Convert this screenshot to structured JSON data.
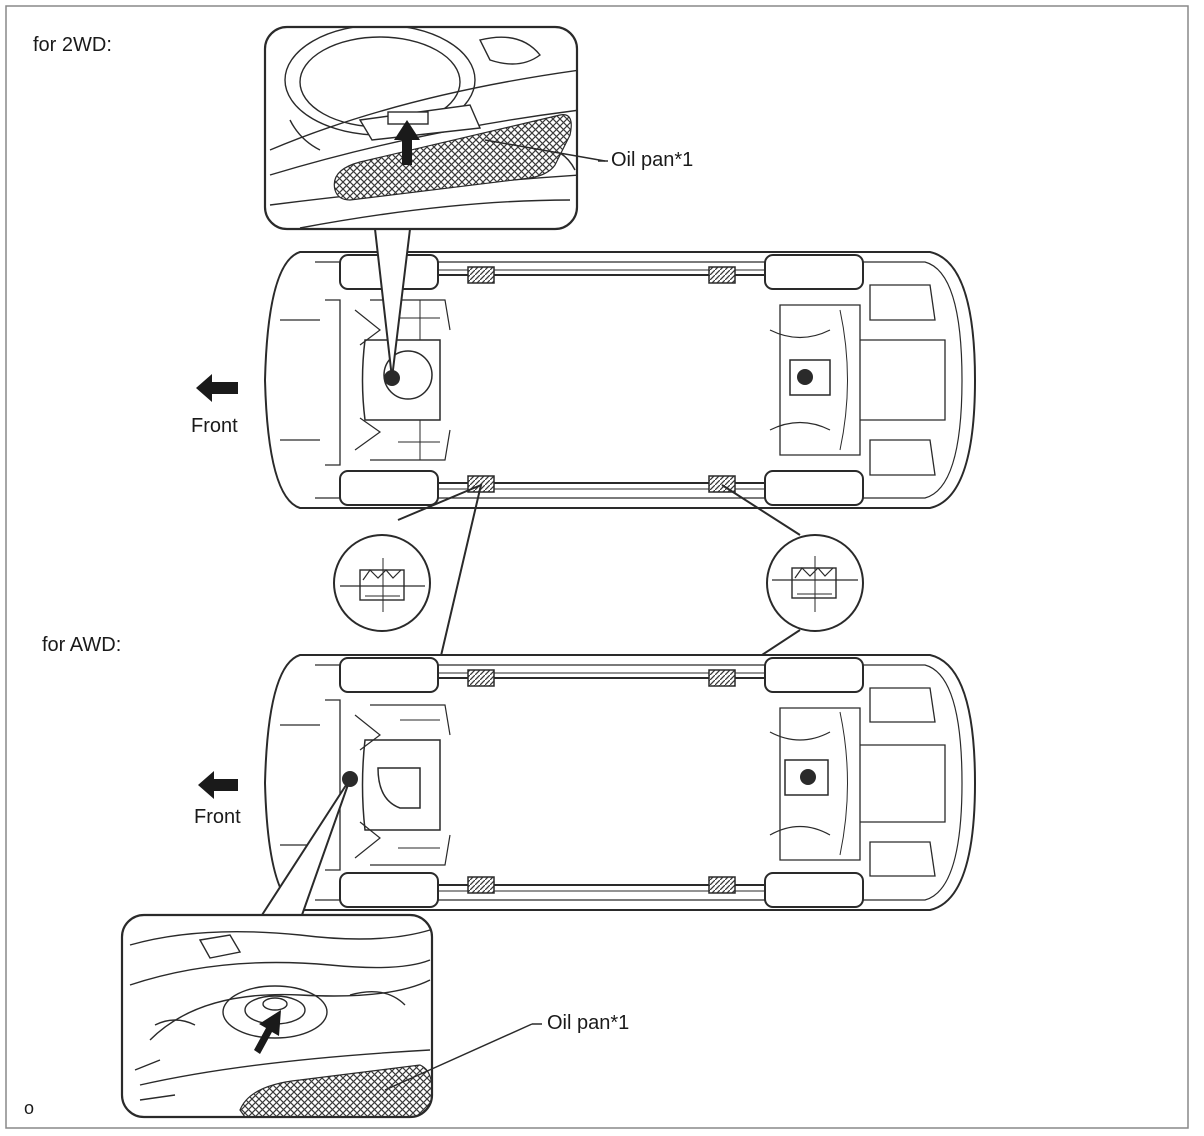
{
  "labels": {
    "for_2wd": "for 2WD:",
    "for_awd": "for AWD:",
    "front_top": "Front",
    "front_bottom": "Front",
    "oil_pan_top": "Oil pan*1",
    "oil_pan_bottom": "Oil pan*1",
    "figure_id": "o"
  },
  "colors": {
    "line": "#2a2a2a",
    "hatch": "#555555",
    "background": "#ffffff"
  },
  "icons": [
    "front-arrow-icon",
    "lift-point-pad-icon",
    "drain-plug-marker-icon",
    "upward-arrow-icon"
  ]
}
